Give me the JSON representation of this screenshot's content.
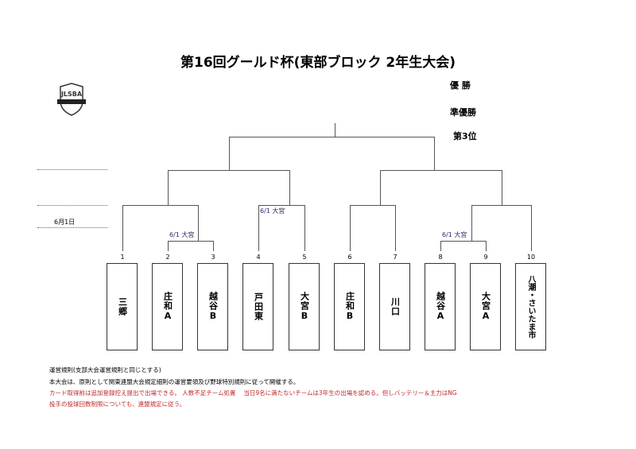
{
  "title": "第16回グールド杯(東部ブロック 2年生大会)",
  "logo_text": "JLSBA",
  "ranks": {
    "champion": "優 勝",
    "runner_up": "準優勝",
    "third": "第3位"
  },
  "date_label": "6月1日",
  "teams": [
    {
      "num": "1",
      "name": "三郷"
    },
    {
      "num": "2",
      "name": "庄和A"
    },
    {
      "num": "3",
      "name": "越谷B"
    },
    {
      "num": "4",
      "name": "戸田東"
    },
    {
      "num": "5",
      "name": "大宮B"
    },
    {
      "num": "6",
      "name": "庄和B"
    },
    {
      "num": "7",
      "name": "川口"
    },
    {
      "num": "8",
      "name": "越谷A"
    },
    {
      "num": "9",
      "name": "大宮A"
    },
    {
      "num": "10",
      "name": "八潮・さいたま市"
    }
  ],
  "venues": {
    "m23": "6/1 大宮",
    "m45": "6/1 大宮",
    "m89": "6/1 大宮"
  },
  "notes": [
    "運営規則(支部大会運営規則と同じとする)",
    "本大会は、原則として関東連盟大会規定細則の運営要領及び野球特別規則に従って開催する。",
    "カード取得前は追加登録控え提出で出場できる。 人数不足チーム処置　 当日9名に満たないチームは3年生の出場を認める。但しバッテリー＆主力はNG",
    "投手の投球回数制限についても、連盟規定に従う。"
  ],
  "colors": {
    "note_red": "#c0282a",
    "venue": "#2a2a6a"
  }
}
